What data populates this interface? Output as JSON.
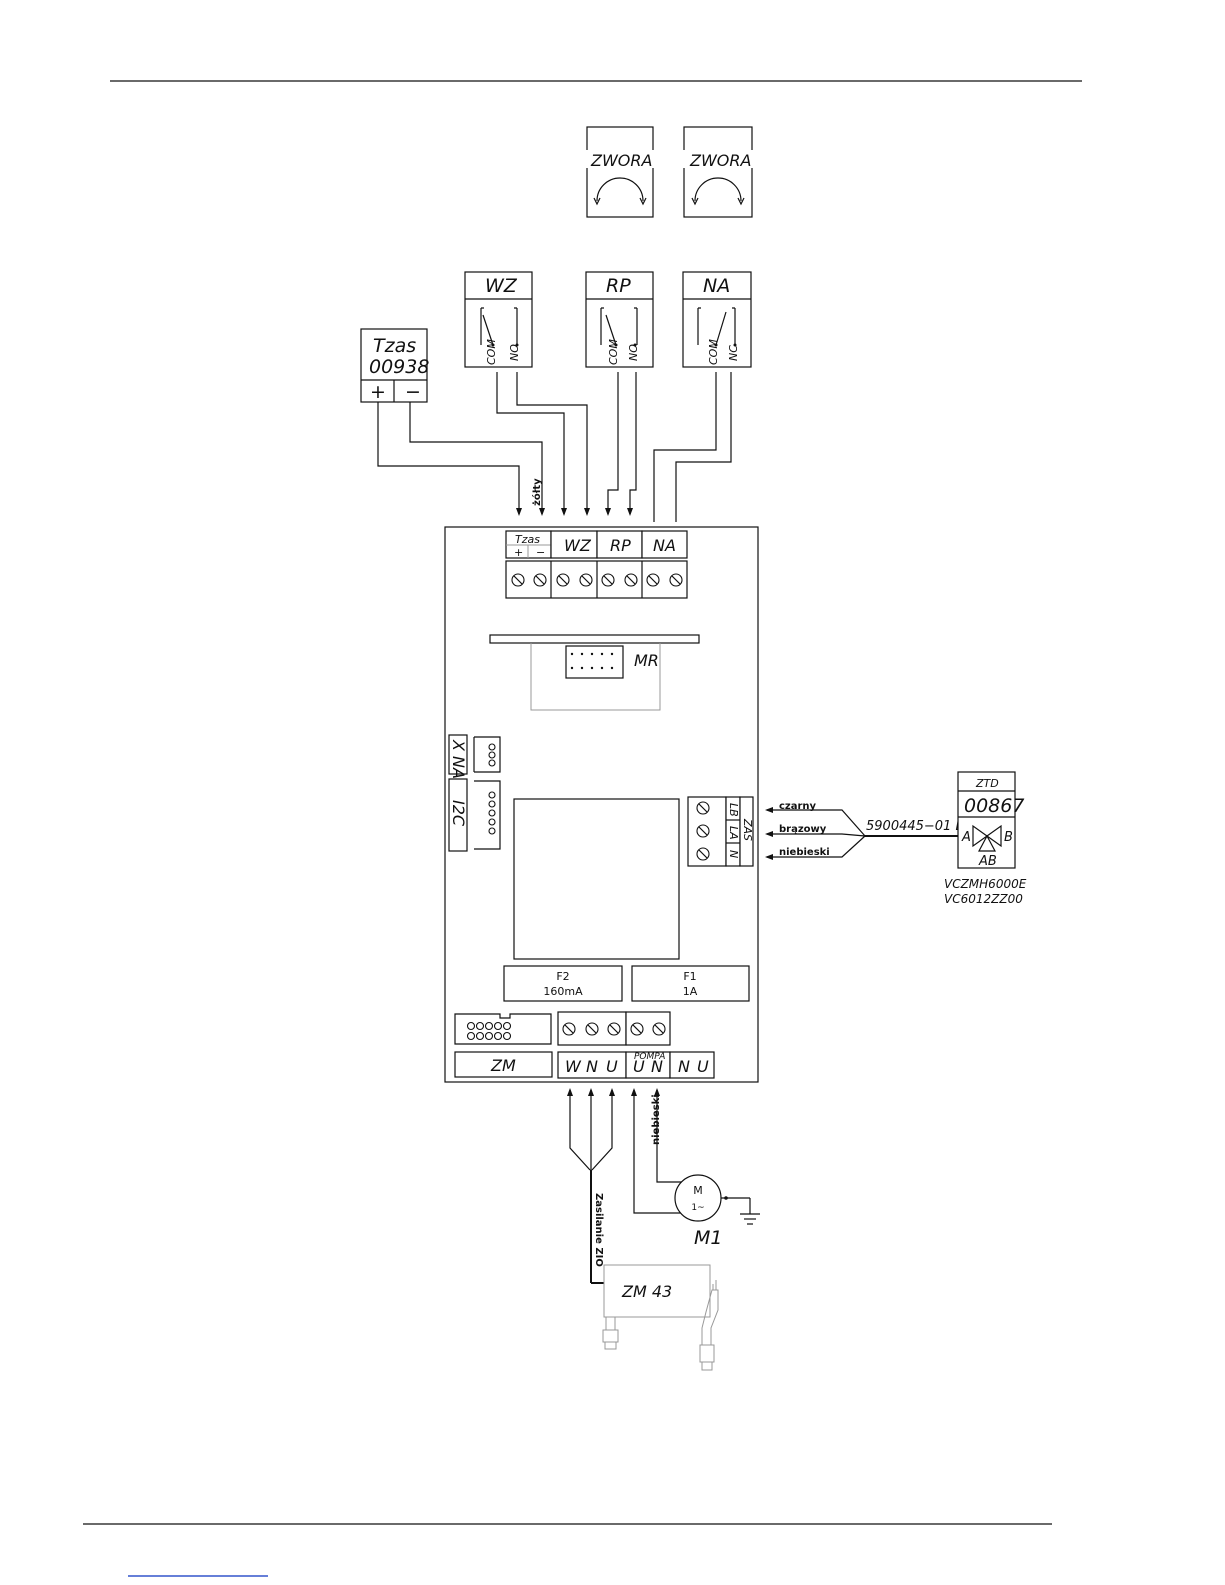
{
  "header": {
    "rule": true
  },
  "sensors": {
    "tzas": {
      "line1": "Tzas",
      "line2": "00938",
      "plus": "+",
      "minus": "−"
    },
    "zwora_left": "ZWORA",
    "zwora_right": "ZWORA"
  },
  "relays": {
    "wz": {
      "title": "WZ",
      "pin1": "COM",
      "pin2": "NO"
    },
    "rp": {
      "title": "RP",
      "pin1": "COM",
      "pin2": "NO"
    },
    "na": {
      "title": "NA",
      "pin1": "COM",
      "pin2": "NC"
    }
  },
  "wires_top": {
    "zolty": "żółty"
  },
  "board": {
    "terminals_top": {
      "tzas": "Tzas",
      "tzas_plus": "+",
      "tzas_minus": "−",
      "wz": "WZ",
      "rp": "RP",
      "na": "NA"
    },
    "mr": "MR",
    "xna": "X NA",
    "i2c": "I2C",
    "zas_block": {
      "lb": "LB",
      "la": "LA",
      "n": "N",
      "zas": "ZAS"
    },
    "fuse_f2": {
      "name": "F2",
      "value": "160mA"
    },
    "fuse_f1": {
      "name": "F1",
      "value": "1A"
    },
    "zm": "ZM",
    "bottom_terms": {
      "w": "W",
      "n1": "N",
      "u1": "U",
      "u2": "U",
      "n2": "N",
      "n3": "N",
      "u3": "U"
    },
    "pompa": "POMPA"
  },
  "ztd": {
    "title": "ZTD",
    "code": "00867",
    "port_a": "A",
    "port_b": "B",
    "port_ab": "AB",
    "model1": "VCZMH6000E",
    "model2": "VC6012ZZ00",
    "cable": "5900445−01 B",
    "wire_czarny": "czarny",
    "wire_brazowy": "brązowy",
    "wire_niebieski": "niebieski"
  },
  "bottom": {
    "wire_niebieski": "niebieski",
    "zasilanie": "Zasilanie ZIO",
    "motor_m": "M",
    "motor_phase": "1~",
    "motor_label": "M1",
    "zm43": "ZM 43"
  }
}
